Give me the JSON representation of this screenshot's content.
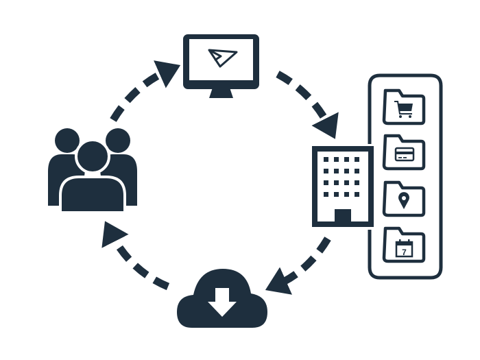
{
  "colors": {
    "ink": "#1e2f3e",
    "background": "#ffffff"
  },
  "nodes": [
    {
      "id": "monitor",
      "icon": "monitor-send-icon"
    },
    {
      "id": "building",
      "icon": "office-building-icon"
    },
    {
      "id": "cloud",
      "icon": "cloud-download-icon"
    },
    {
      "id": "users",
      "icon": "user-group-icon"
    }
  ],
  "folders": [
    {
      "icon": "shopping-cart-icon"
    },
    {
      "icon": "credit-card-icon"
    },
    {
      "icon": "location-pin-icon"
    },
    {
      "icon": "calendar-icon",
      "label": "7"
    }
  ]
}
